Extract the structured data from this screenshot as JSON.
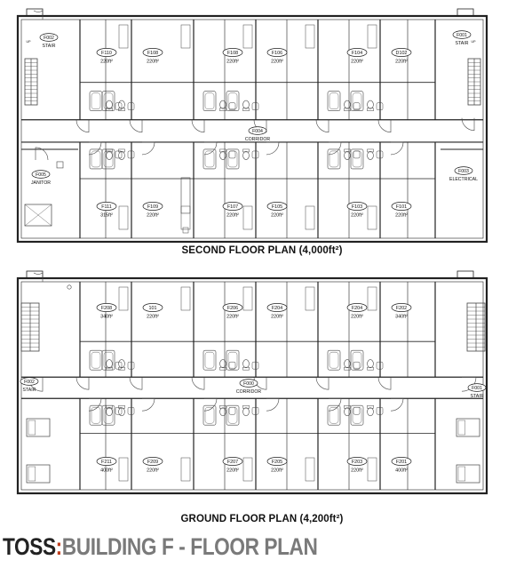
{
  "second_floor": {
    "title": "SECOND FLOOR PLAN (4,000ft²)",
    "top_rooms": [
      {
        "id": "F110",
        "area": "220ft²"
      },
      {
        "id": "F108",
        "area": "220ft²"
      },
      {
        "id": "F108",
        "area": "220ft²"
      },
      {
        "id": "F106",
        "area": "220ft²"
      },
      {
        "id": "F104",
        "area": "220ft²"
      },
      {
        "id": "D102",
        "area": "220ft²"
      }
    ],
    "bottom_rooms": [
      {
        "id": "F111",
        "area": "315ft²"
      },
      {
        "id": "F109",
        "area": "220ft²"
      },
      {
        "id": "F107",
        "area": "220ft²"
      },
      {
        "id": "F105",
        "area": "220ft²"
      },
      {
        "id": "F103",
        "area": "220ft²"
      },
      {
        "id": "F101",
        "area": "220ft²"
      }
    ],
    "spaces": [
      {
        "id": "F002",
        "name": "STAIR",
        "key": "stair-left"
      },
      {
        "id": "F001",
        "name": "STAIR",
        "key": "stair-right"
      },
      {
        "id": "F004",
        "name": "CORRIDOR",
        "key": "corridor"
      },
      {
        "id": "F005",
        "name": "JANITOR",
        "key": "janitor"
      },
      {
        "id": "F003",
        "name": "ELECTRICAL",
        "key": "electrical"
      }
    ],
    "stair_mark": "UP"
  },
  "ground_floor": {
    "title": "GROUND FLOOR PLAN (4,200ft²)",
    "top_rooms": [
      {
        "id": "F208",
        "area": "340ft²"
      },
      {
        "id": "101",
        "area": "220ft²"
      },
      {
        "id": "F206",
        "area": "220ft²"
      },
      {
        "id": "F204",
        "area": "220ft²"
      },
      {
        "id": "F204",
        "area": "220ft²"
      },
      {
        "id": "F202",
        "area": "340ft²"
      }
    ],
    "bottom_rooms": [
      {
        "id": "F211",
        "area": "400ft²"
      },
      {
        "id": "F209",
        "area": "220ft²"
      },
      {
        "id": "F207",
        "area": "220ft²"
      },
      {
        "id": "F205",
        "area": "220ft²"
      },
      {
        "id": "F203",
        "area": "220ft²"
      },
      {
        "id": "F201",
        "area": "400ft²"
      }
    ],
    "spaces": [
      {
        "id": "F002",
        "name": "STAIR",
        "key": "stair-left"
      },
      {
        "id": "F001",
        "name": "STAIR",
        "key": "stair-right"
      },
      {
        "id": "F000",
        "name": "CORRIDOR",
        "key": "corridor"
      }
    ]
  },
  "brand": {
    "logo": "TOSS",
    "separator": ":",
    "title": "BUILDING F - FLOOR PLAN"
  }
}
